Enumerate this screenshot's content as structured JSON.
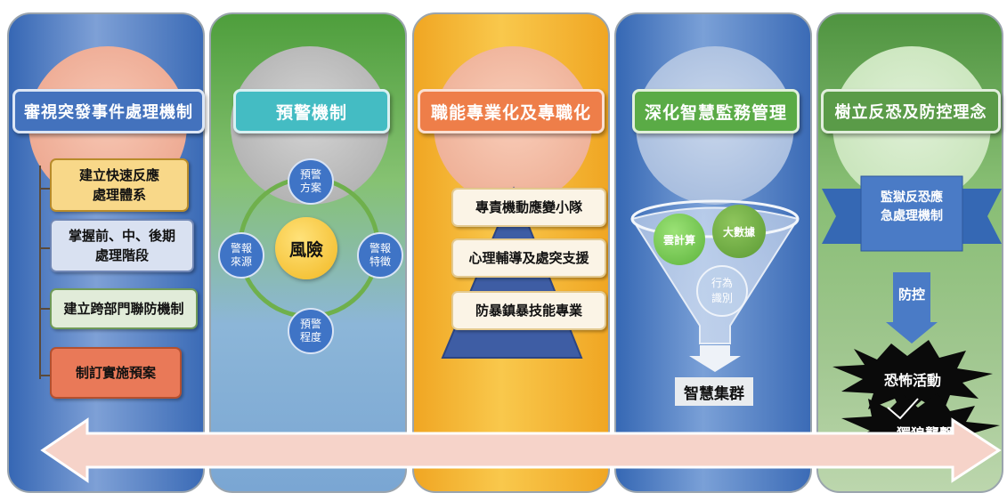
{
  "columns": [
    {
      "header": "審視突發事件處理機制",
      "items": [
        "建立快速反應\n處理體系",
        "掌握前、中、後期\n處理階段",
        "建立跨部門聯防機制",
        "制訂實施預案"
      ]
    },
    {
      "header": "預警機制",
      "center": "風險",
      "nodes": {
        "top": "預警\n方案",
        "left": "警報\n來源",
        "right": "警報\n特徵",
        "bottom": "預警\n程度"
      }
    },
    {
      "header": "職能專業化及專職化",
      "items": [
        "專責機動應變小隊",
        "心理輔導及處突支援",
        "防暴鎮暴技能專業"
      ]
    },
    {
      "header": "深化智慧監務管理",
      "bubbles": [
        "雲計算",
        "大數據",
        "行為\n識別"
      ],
      "output": "智慧集群"
    },
    {
      "header": "樹立反恐及防控理念",
      "banner": "監獄反恐應\n急處理機制",
      "control": "防控",
      "threats": [
        "恐怖活動",
        "獨狼襲擊"
      ]
    }
  ],
  "colors": {
    "col1": "#3e6fb8",
    "col2": "#5da648",
    "col3": "#f2b233",
    "col4": "#3d6eb7",
    "col5": "#5a9b48",
    "arrow": "#f6d3c9",
    "triangle": "#3f5fa8"
  }
}
